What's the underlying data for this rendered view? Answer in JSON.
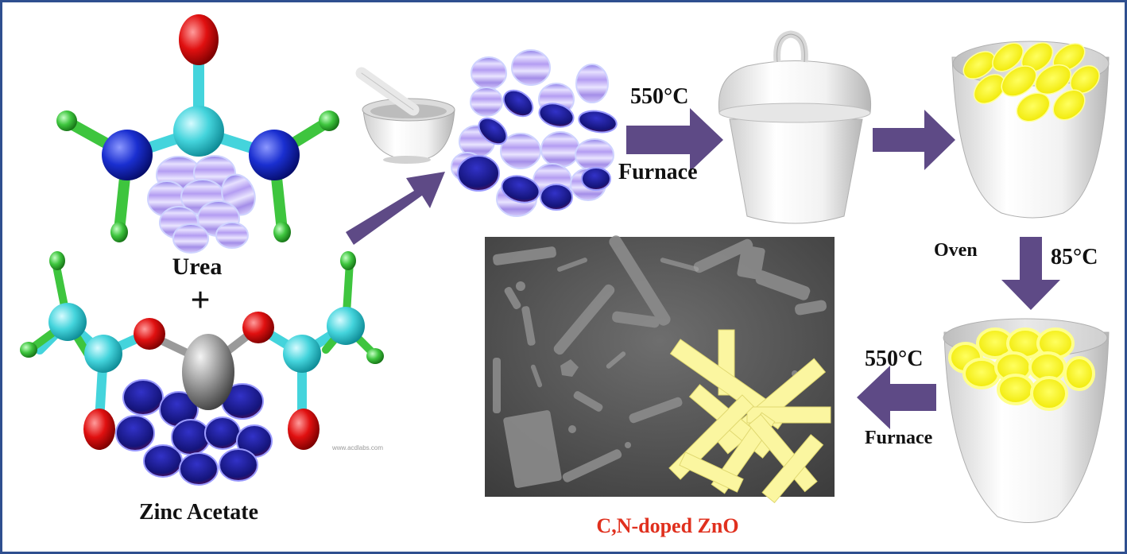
{
  "labels": {
    "urea": "Urea",
    "plus": "+",
    "zinc_acetate": "Zinc Acetate",
    "step1_temp": "550°C",
    "step1_method": "Furnace",
    "step2_method": "Oven",
    "step2_temp": "85°C",
    "step3_temp": "550°C",
    "step3_method": "Furnace",
    "product": "C,N-doped ZnO",
    "watermark": "www.acdlabs.com"
  },
  "colors": {
    "border": "#2f4f8f",
    "arrow": "#5e4a86",
    "product_label": "#e0301e",
    "carbon": "#44d4dc",
    "nitrogen": "#1a2fd0",
    "oxygen": "#e01010",
    "hydrogen": "#3ec53e",
    "zinc": "#8f8f8f",
    "urea_granule": "#b9a9f0",
    "zinc_granule": "#1a1a9a",
    "yellow_granule": "#ffff1a",
    "nanorod": "#fbf6a0"
  },
  "icons": [
    "urea-molecule-icon",
    "zinc-acetate-molecule-icon",
    "mortar-pestle-icon",
    "crucible-lid-icon",
    "crucible-icon",
    "sem-image-icon"
  ]
}
